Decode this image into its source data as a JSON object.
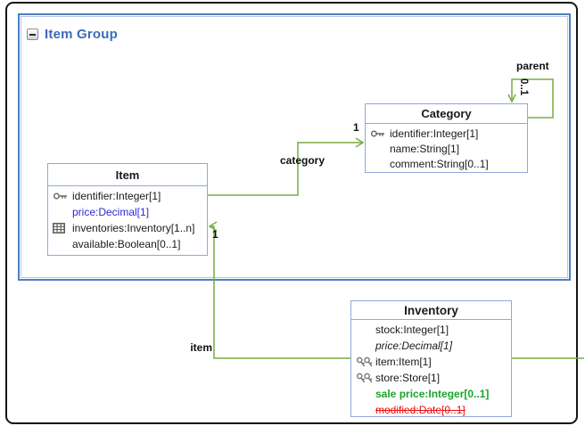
{
  "group": {
    "title": "Item Group",
    "collapse_icon": "minus-icon"
  },
  "classes": {
    "item": {
      "title": "Item",
      "attributes": [
        {
          "text": "identifier:Integer[1]",
          "icon": "key-icon"
        },
        {
          "text": "price:Decimal[1]",
          "style": "blue"
        },
        {
          "text": "inventories:Inventory[1..n]",
          "icon": "table-icon"
        },
        {
          "text": "available:Boolean[0..1]"
        }
      ]
    },
    "category": {
      "title": "Category",
      "attributes": [
        {
          "text": "identifier:Integer[1]",
          "icon": "key-icon"
        },
        {
          "text": "name:String[1]"
        },
        {
          "text": "comment:String[0..1]"
        }
      ]
    },
    "inventory": {
      "title": "Inventory",
      "attributes": [
        {
          "text": "stock:Integer[1]"
        },
        {
          "text": "price:Decimal[1]",
          "style": "italic"
        },
        {
          "text": "item:Item[1]",
          "icon": "keys-icon"
        },
        {
          "text": "store:Store[1]",
          "icon": "keys-icon"
        },
        {
          "text": "sale price:Integer[0..1]",
          "style": "green-bold"
        },
        {
          "text": "modified:Date[0..1]",
          "style": "red-strikethrough"
        }
      ]
    }
  },
  "connectors": {
    "category": {
      "label": "category",
      "target_multiplicity": "1",
      "from": "Item",
      "to": "Category"
    },
    "parent": {
      "label": "parent",
      "target_multiplicity": "0..1",
      "from": "Category",
      "to": "Category"
    },
    "item": {
      "label": "item",
      "target_multiplicity": "1",
      "from": "Inventory",
      "to": "Item"
    },
    "store": {
      "label": "",
      "from": "Inventory",
      "to": "off-canvas-right"
    }
  },
  "colors": {
    "edge": "#78ab43",
    "group-border": "#4d7ec2",
    "class-border": "#8ea9dc",
    "title": "#3a6db6",
    "blue-attr": "#2a2ad4",
    "green-attr": "#1ba32b",
    "red-attr": "#e8110f"
  }
}
